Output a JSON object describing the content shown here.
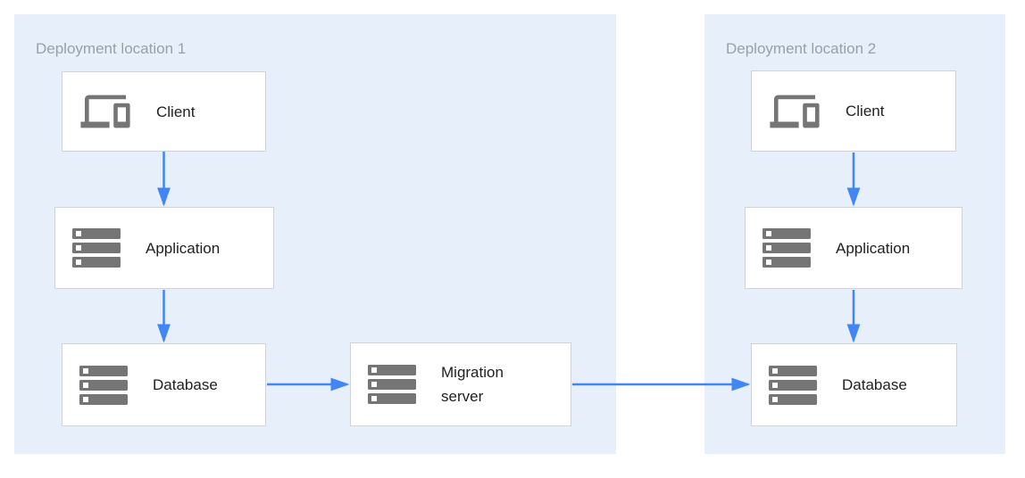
{
  "diagram": {
    "regions": [
      {
        "id": "deployment-location-1",
        "label": "Deployment location 1"
      },
      {
        "id": "deployment-location-2",
        "label": "Deployment location 2"
      }
    ],
    "nodes": {
      "client1": {
        "label": "Client",
        "icon": "devices-icon",
        "region": "deployment-location-1"
      },
      "application1": {
        "label": "Application",
        "icon": "server-stack-icon",
        "region": "deployment-location-1"
      },
      "database1": {
        "label": "Database",
        "icon": "server-stack-icon",
        "region": "deployment-location-1"
      },
      "migration": {
        "label": "Migration server",
        "icon": "server-stack-icon",
        "region": "deployment-location-1"
      },
      "client2": {
        "label": "Client",
        "icon": "devices-icon",
        "region": "deployment-location-2"
      },
      "application2": {
        "label": "Application",
        "icon": "server-stack-icon",
        "region": "deployment-location-2"
      },
      "database2": {
        "label": "Database",
        "icon": "server-stack-icon",
        "region": "deployment-location-2"
      }
    },
    "connections": [
      {
        "from": "client1",
        "to": "application1"
      },
      {
        "from": "application1",
        "to": "database1"
      },
      {
        "from": "database1",
        "to": "migration"
      },
      {
        "from": "migration",
        "to": "database2"
      },
      {
        "from": "client2",
        "to": "application2"
      },
      {
        "from": "application2",
        "to": "database2"
      }
    ]
  },
  "colors": {
    "region_fill": "#e6effa",
    "arrow": "#4285f4",
    "icon": "#757575",
    "box_border": "#cfd3d7",
    "box_bg": "#ffffff",
    "box_text": "#212121",
    "region_label_text": "#9aa0a6",
    "page_bg": "#ffffff"
  }
}
